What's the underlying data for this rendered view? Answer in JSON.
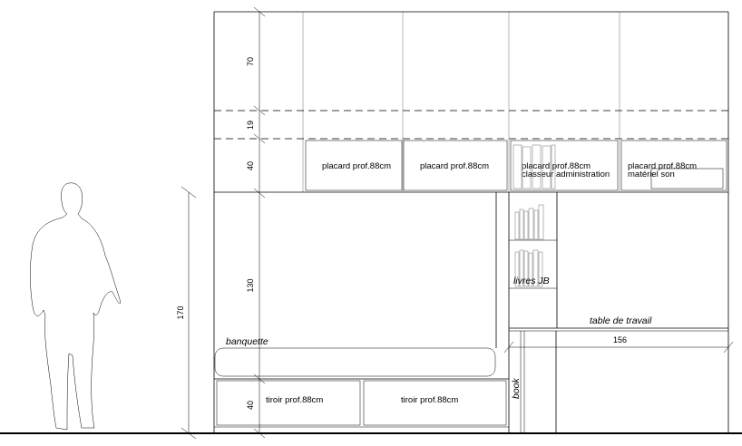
{
  "dimensions": {
    "top_cabinet_height": "70",
    "gap_height": "19",
    "cupboard_row_height": "40",
    "middle_height": "130",
    "drawer_row_height": "40",
    "person_height": "170",
    "desk_width": "156"
  },
  "cupboards": [
    {
      "line1": "placard prof.88cm",
      "line2": ""
    },
    {
      "line1": "placard prof.88cm",
      "line2": ""
    },
    {
      "line1": "placard prof.88cm",
      "line2": "classeur administration"
    },
    {
      "line1": "placard prof.88cm",
      "line2": "matériel son"
    }
  ],
  "drawers": [
    {
      "label": "tiroir prof.88cm"
    },
    {
      "label": "tiroir prof.88cm"
    }
  ],
  "annotations": {
    "bench": "banquette",
    "books": "livres JB",
    "desk": "table de travail",
    "book_shelf": "book"
  }
}
